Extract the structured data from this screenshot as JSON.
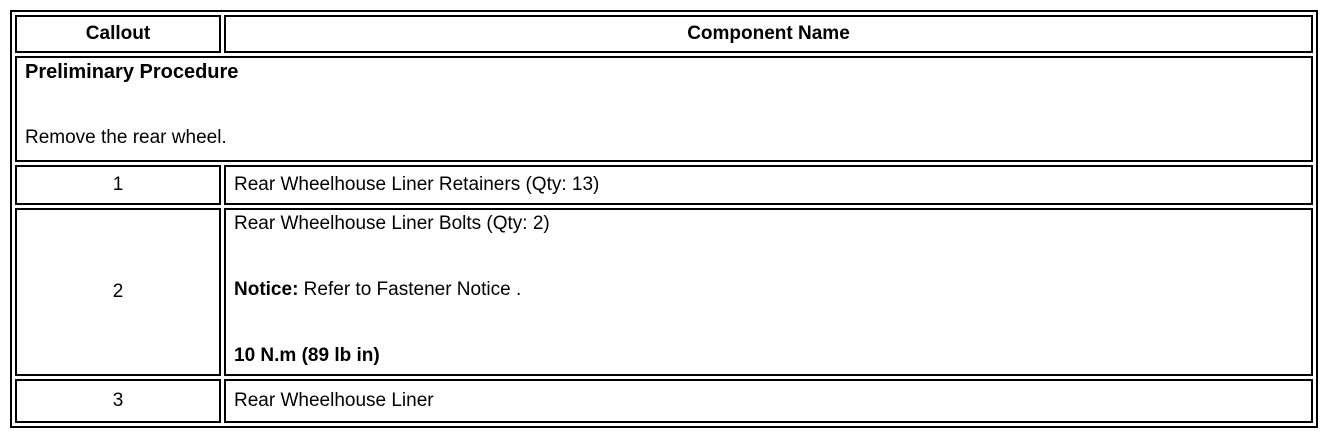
{
  "table": {
    "header": {
      "callout": "Callout",
      "component": "Component Name"
    },
    "preliminary": {
      "title": "Preliminary Procedure",
      "instruction": "Remove the rear wheel."
    },
    "rows": [
      {
        "callout": "1",
        "name": "Rear Wheelhouse Liner Retainers (Qty: 13)"
      },
      {
        "callout": "2",
        "name": "Rear Wheelhouse Liner Bolts (Qty: 2)",
        "notice_label": "Notice:",
        "notice_text": " Refer to Fastener Notice .",
        "torque": "10 N.m (89 lb in)"
      },
      {
        "callout": "3",
        "name": "Rear Wheelhouse Liner"
      }
    ]
  }
}
